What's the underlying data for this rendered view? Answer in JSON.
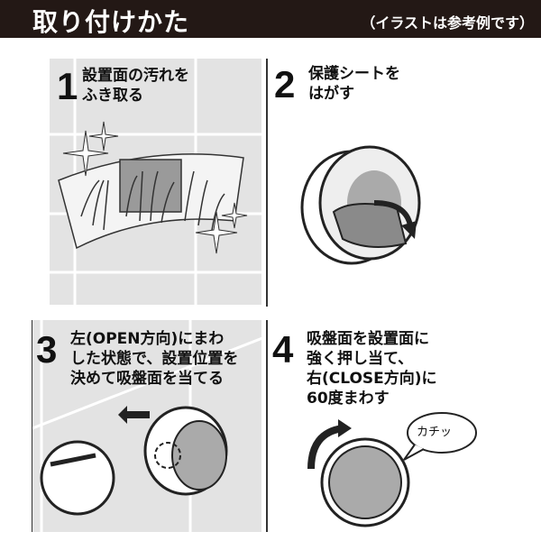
{
  "header": {
    "title": "取り付けかた",
    "note": "（イラストは参考例です）"
  },
  "steps": [
    {
      "number": "1",
      "text": "設置面の汚れを\nふき取る"
    },
    {
      "number": "2",
      "text": "保護シートを\nはがす"
    },
    {
      "number": "3",
      "text": "左(OPEN方向)にまわ\nした状態で、設置位置を\n決めて吸盤面を当てる"
    },
    {
      "number": "4",
      "text": "吸盤面を設置面に\n強く押し当て、\n右(CLOSE方向)に\n60度まわす"
    }
  ],
  "sound_bubble": "カチッ",
  "colors": {
    "header": "#231815",
    "panel_gray": "#e3e3e3",
    "cloth": "#9a9a9a"
  }
}
